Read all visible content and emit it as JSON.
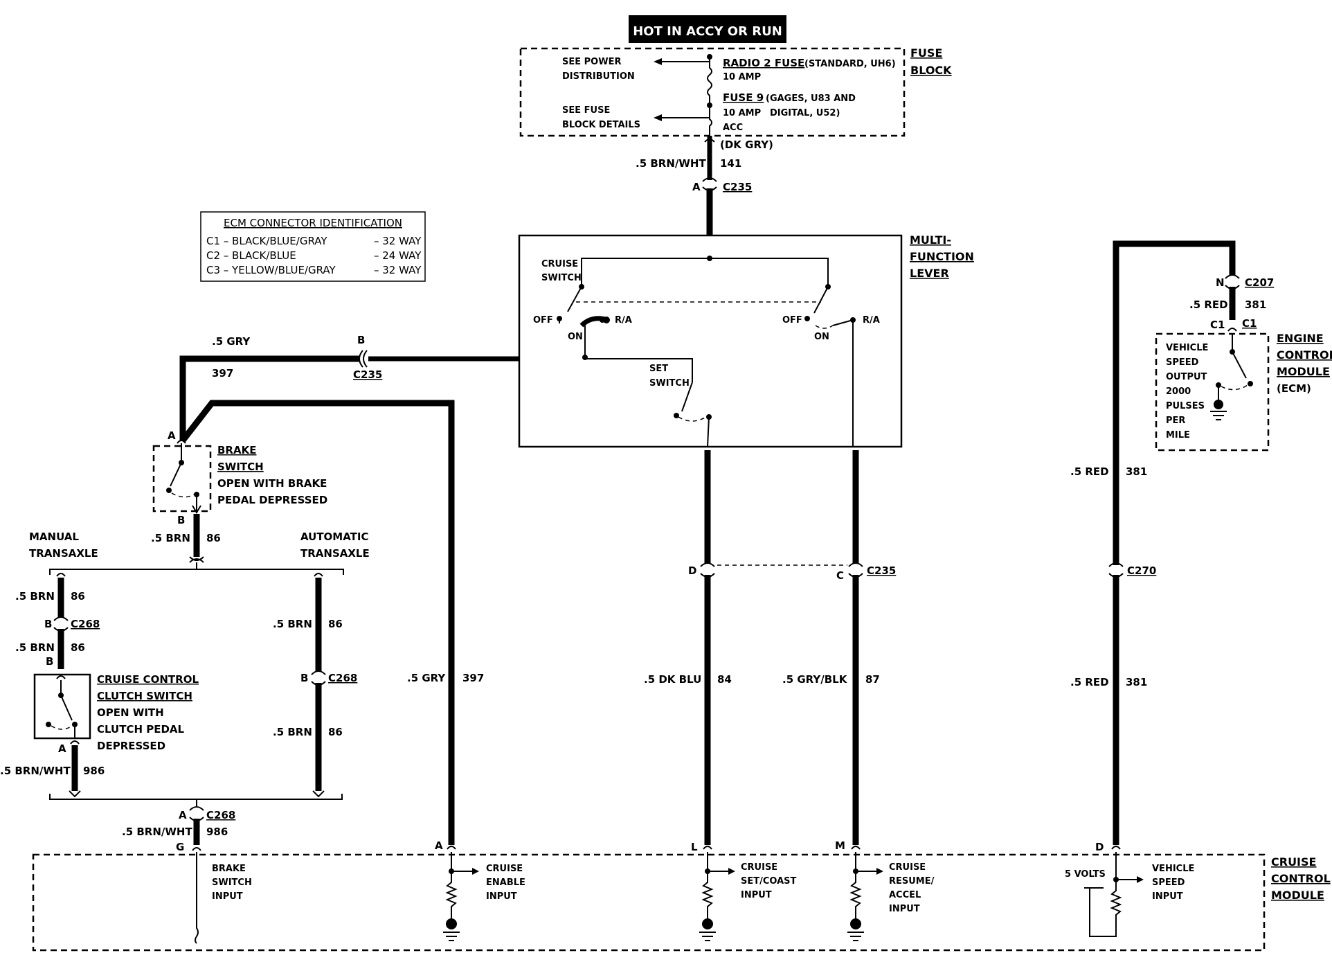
{
  "header": {
    "title": "HOT IN ACCY OR RUN"
  },
  "fuse_block": {
    "label_line1": "FUSE",
    "label_line2": "BLOCK",
    "see_power_1": "SEE POWER",
    "see_power_2": "DISTRIBUTION",
    "see_fuse_1": "SEE FUSE",
    "see_fuse_2": "BLOCK DETAILS",
    "radio_fuse": "RADIO 2 FUSE",
    "radio_fuse_note": "(STANDARD, UH6)",
    "radio_amp": "10 AMP",
    "fuse9": "FUSE 9",
    "fuse9_note1": "(GAGES, U83 AND",
    "fuse9_amp": "10 AMP",
    "fuse9_note2": "DIGITAL, U52)",
    "acc": "ACC",
    "dk_gry": "(DK GRY)"
  },
  "wires": {
    "w141_color": ".5 BRN/WHT",
    "w141_num": "141",
    "w397_color": ".5 GRY",
    "w397_num": "397",
    "w86_color": ".5 BRN",
    "w86_num": "86",
    "w986_color": ".5 BRN/WHT",
    "w986_num": "986",
    "w84_color": ".5 DK BLU",
    "w84_num": "84",
    "w87_color": ".5 GRY/BLK",
    "w87_num": "87",
    "w381_color": ".5 RED",
    "w381_num": "381"
  },
  "connectors": {
    "c235": "C235",
    "c268": "C268",
    "c270": "C270",
    "c207": "C207",
    "c1": "C1",
    "pin_a": "A",
    "pin_b": "B",
    "pin_c": "C",
    "pin_d": "D",
    "pin_g": "G",
    "pin_l": "L",
    "pin_m": "M",
    "pin_n": "N"
  },
  "ecm_id": {
    "title": "ECM CONNECTOR IDENTIFICATION",
    "rows": [
      {
        "name": "C1 – BLACK/BLUE/GRAY",
        "way": "– 32 WAY"
      },
      {
        "name": "C2 – BLACK/BLUE",
        "way": "– 24 WAY"
      },
      {
        "name": "C3 – YELLOW/BLUE/GRAY",
        "way": "– 32 WAY"
      }
    ]
  },
  "multifunction": {
    "label_1": "MULTI-",
    "label_2": "FUNCTION",
    "label_3": "LEVER",
    "cruise_switch_1": "CRUISE",
    "cruise_switch_2": "SWITCH",
    "off": "OFF",
    "on": "ON",
    "ra": "R/A",
    "set_switch_1": "SET",
    "set_switch_2": "SWITCH"
  },
  "brake_switch": {
    "l1": "BRAKE",
    "l2": "SWITCH",
    "l3": "OPEN WITH BRAKE",
    "l4": "PEDAL DEPRESSED"
  },
  "transaxle": {
    "manual_1": "MANUAL",
    "manual_2": "TRANSAXLE",
    "auto_1": "AUTOMATIC",
    "auto_2": "TRANSAXLE"
  },
  "clutch_switch": {
    "l1": "CRUISE CONTROL",
    "l2": "CLUTCH SWITCH",
    "l3": "OPEN WITH",
    "l4": "CLUTCH PEDAL",
    "l5": "DEPRESSED"
  },
  "ecm": {
    "label_1": "ENGINE",
    "label_2": "CONTROL",
    "label_3": "MODULE",
    "label_4": "(ECM)",
    "vso_1": "VEHICLE",
    "vso_2": "SPEED",
    "vso_3": "OUTPUT",
    "vso_4": "2000",
    "vso_5": "PULSES",
    "vso_6": "PER",
    "vso_7": "MILE"
  },
  "cruise_module": {
    "label_1": "CRUISE",
    "label_2": "CONTROL",
    "label_3": "MODULE",
    "brake_1": "BRAKE",
    "brake_2": "SWITCH",
    "brake_3": "INPUT",
    "enable_1": "CRUISE",
    "enable_2": "ENABLE",
    "enable_3": "INPUT",
    "setc_1": "CRUISE",
    "setc_2": "SET/COAST",
    "setc_3": "INPUT",
    "res_1": "CRUISE",
    "res_2": "RESUME/",
    "res_3": "ACCEL",
    "res_4": "INPUT",
    "vss_1": "VEHICLE",
    "vss_2": "SPEED",
    "vss_3": "INPUT",
    "volts": "5 VOLTS"
  }
}
